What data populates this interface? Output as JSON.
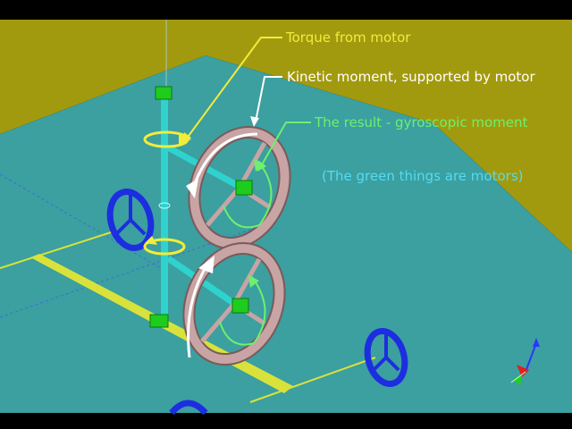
{
  "colors": {
    "background": "#000000",
    "wall": "#a29a0e",
    "floor": "#3c9fa0",
    "rail": "#d8e23a",
    "wheel_blue": "#1c2ee0",
    "flywheel": "#c8a4a4",
    "motor": "#1ecc1e",
    "shaft": "#2fd2cc",
    "torque_arrow": "#f2ec3a",
    "kinetic_arrow": "#ffffff",
    "result_arrow": "#6df06d"
  },
  "annotations": {
    "torque": "Torque from motor",
    "kinetic": "Kinetic moment, supported by motor",
    "result": "The result - gyroscopic moment",
    "motors_note": "(The green things are motors)"
  },
  "icons": {
    "axis_gizmo": "xyz-axis-triad-icon",
    "rotation_arrow": "rotation-arrow-icon"
  }
}
